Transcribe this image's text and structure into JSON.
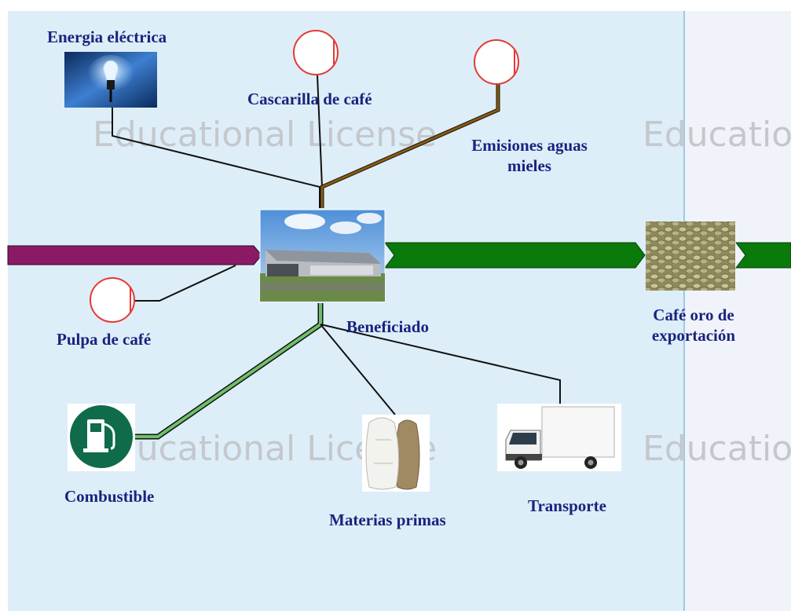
{
  "watermark": "Educational License",
  "process": {
    "label": "Beneficiado",
    "image": "coffee-processing-plant-photo"
  },
  "inputs": {
    "energy": {
      "label": "Energia eléctrica",
      "icon": "light-bulb-icon"
    },
    "fuel": {
      "label": "Combustible",
      "icon": "fuel-pump-icon"
    },
    "raw_materials": {
      "label": "Materias primas",
      "icon": "sacks-icon"
    },
    "transport": {
      "label": "Transporte",
      "icon": "truck-icon"
    }
  },
  "outputs": {
    "husk": {
      "label": "Cascarilla de café",
      "icon": "waste-disposal-icon"
    },
    "wastewater": {
      "label_line1": "Emisiones aguas",
      "label_line2": "mieles",
      "icon": "waste-disposal-icon"
    },
    "pulp": {
      "label": "Pulpa de café",
      "icon": "waste-disposal-icon"
    }
  },
  "product": {
    "label_line1": "Café oro de",
    "label_line2": "exportación",
    "image": "green-coffee-beans-photo"
  },
  "colors": {
    "pane_left": "#ddeef8",
    "pane_right": "#f0f4fa",
    "main_flow_in": "#8b1a66",
    "main_flow_out": "#0a7a0a",
    "fuel_flow": "#6fbf6a",
    "wastewater_flow": "#8a5a10",
    "label_text": "#1a237e",
    "disposal_circle": "#e53935"
  }
}
